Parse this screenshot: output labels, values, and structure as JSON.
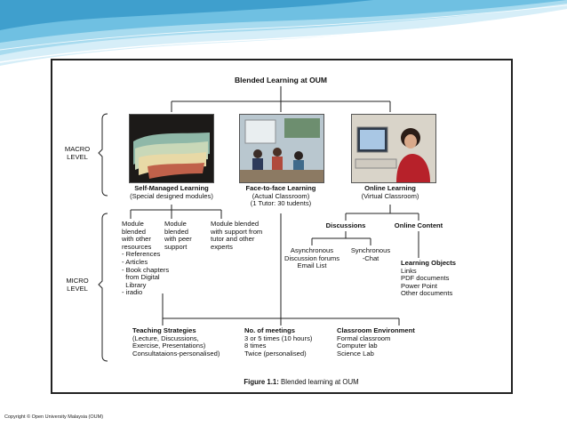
{
  "title": "Blended Learning at OUM",
  "levels": {
    "macro": [
      "MACRO",
      "LEVEL"
    ],
    "micro": [
      "MICRO",
      "LEVEL"
    ]
  },
  "branches": [
    {
      "name": "Self-Managed Learning",
      "sub": [
        "(Special designed modules)"
      ]
    },
    {
      "name": "Face-to-face Learning",
      "sub": [
        "(Actual Classroom)",
        "(1 Tutor: 30 tudents)"
      ]
    },
    {
      "name": "Online Learning",
      "sub": [
        "(Virtual Classroom)"
      ]
    }
  ],
  "modules": [
    {
      "lines": [
        "Module",
        "blended",
        "with other",
        "resources",
        "- References",
        "- Articles",
        "- Book chapters",
        "  from Digital",
        "  Library",
        "- iradio"
      ]
    },
    {
      "lines": [
        "Module",
        "blended",
        "with peer",
        "support"
      ]
    },
    {
      "lines": [
        "Module blended",
        "with support from",
        "tutor and other",
        "experts"
      ]
    }
  ],
  "online": {
    "discussions": "Discussions",
    "online_content": "Online Content",
    "async": [
      "Asynchronous",
      "Discussion forums",
      "Email List"
    ],
    "sync": [
      "Synchronous",
      "-Chat"
    ],
    "learning_objects": {
      "heading": "Learning Objects",
      "items": [
        "Links",
        "PDF documents",
        "Power Point",
        "Other documents"
      ]
    }
  },
  "bottom": [
    {
      "heading": "Teaching Strategies",
      "lines": [
        "(Lecture, Discussions,",
        "Exercise, Presentations)",
        "Consultataions-personalised)"
      ]
    },
    {
      "heading": "No. of meetings",
      "lines": [
        "3 or 5 times (10 hours)",
        "8 times",
        "Twice (personalised)"
      ]
    },
    {
      "heading": "Classroom Environment",
      "lines": [
        "Formal classroom",
        "Computer lab",
        "Science Lab"
      ]
    }
  ],
  "caption": {
    "label": "Figure 1.1:",
    "text": " Blended learning at OUM"
  },
  "copyright": "Copyright © Open University Malaysia (OUM)",
  "colors": {
    "banner_light": "#bfe4f3",
    "banner_mid": "#7ec8e6",
    "banner_dark": "#3a9fcf",
    "frame": "#222222"
  }
}
